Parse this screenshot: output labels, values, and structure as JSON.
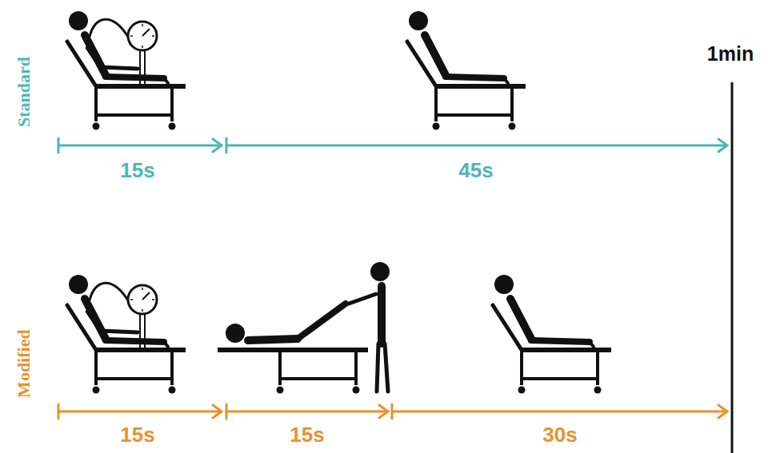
{
  "diagram": {
    "labels": [
      "Standard",
      "Modified",
      "15s",
      "45s",
      "15s",
      "15s",
      "30s",
      "1min"
    ]
  }
}
